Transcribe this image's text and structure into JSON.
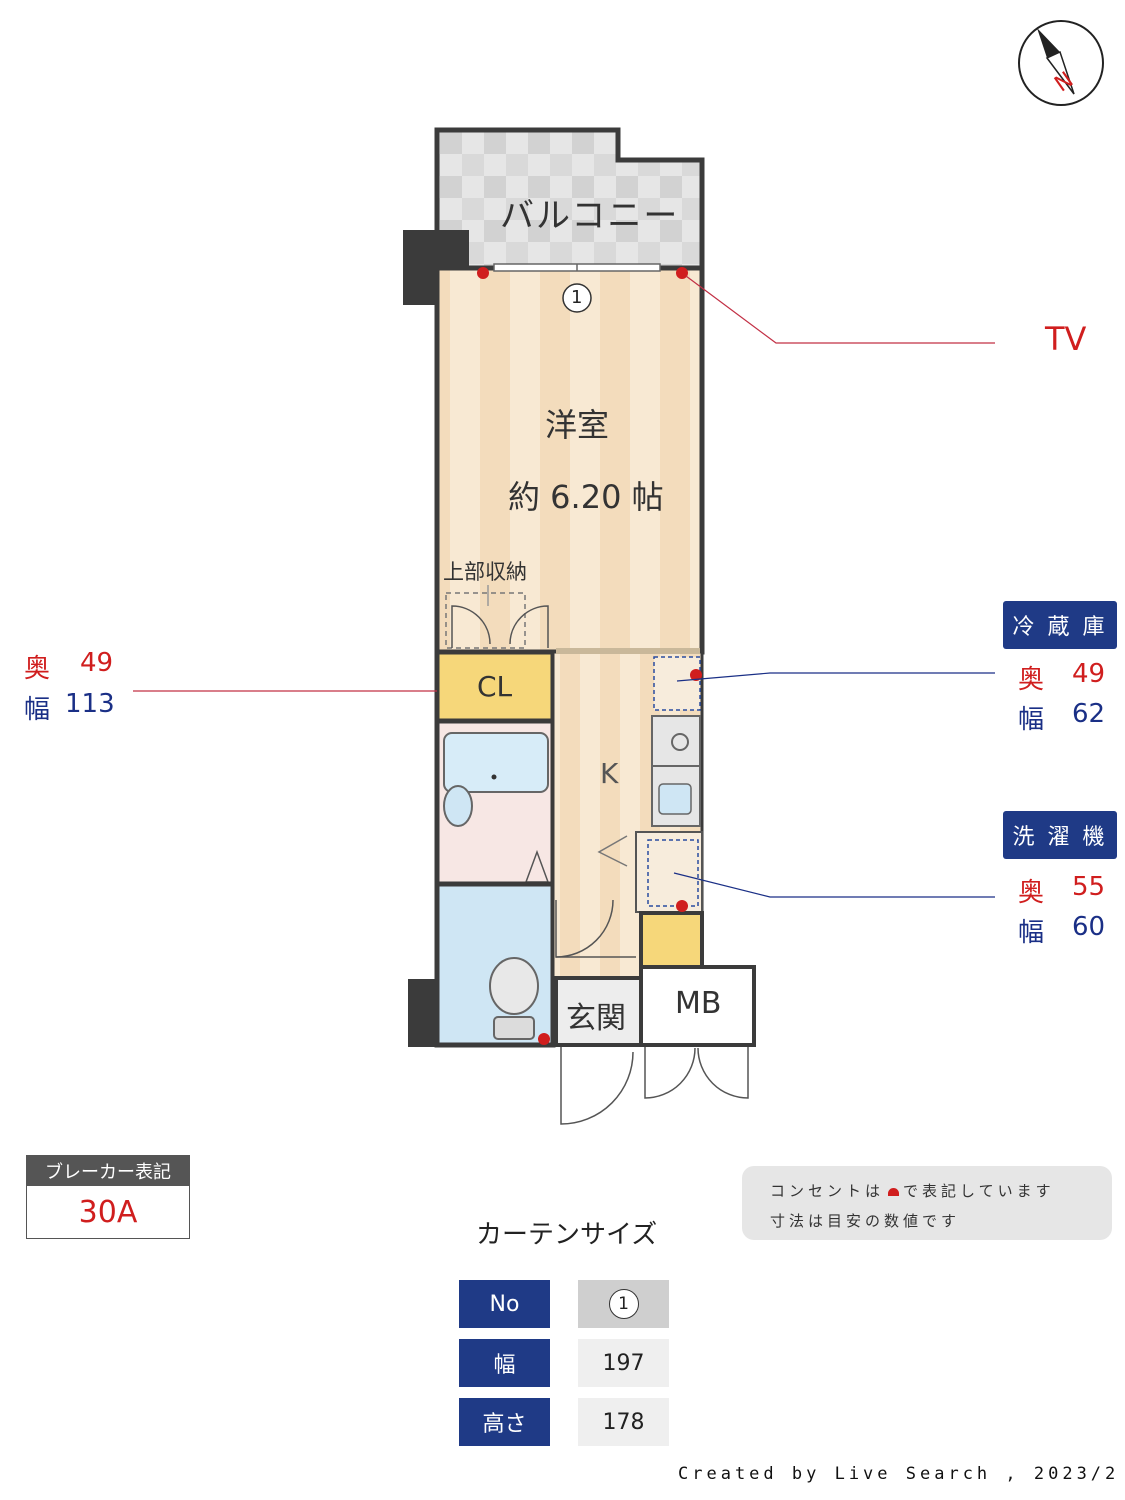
{
  "compass": {
    "label": "N",
    "icon": "compass-icon"
  },
  "rooms": {
    "balcony": "バルコニー",
    "western_room": "洋室",
    "western_room_size": "約 6.20 帖",
    "upper_storage": "上部収納",
    "closet": "CL",
    "kitchen": "K",
    "entrance": "玄関",
    "meter_box": "MB",
    "curtain_marker": "1"
  },
  "callouts": {
    "tv": "TV",
    "closet_depth_label": "奥",
    "closet_depth": "49",
    "closet_width_label": "幅",
    "closet_width": "113",
    "fridge_title": "冷 蔵 庫",
    "fridge_depth_label": "奥",
    "fridge_depth": "49",
    "fridge_width_label": "幅",
    "fridge_width": "62",
    "washer_title": "洗 濯 機",
    "washer_depth_label": "奥",
    "washer_depth": "55",
    "washer_width_label": "幅",
    "washer_width": "60"
  },
  "breaker": {
    "title": "ブレーカー表記",
    "value": "30A"
  },
  "note": {
    "line1_before": "コンセントは",
    "line1_after": "で表記しています",
    "line2": "寸法は目安の数値です"
  },
  "curtain": {
    "title": "カーテンサイズ",
    "rows": [
      {
        "head": "No",
        "value": "1"
      },
      {
        "head": "幅",
        "value": "197"
      },
      {
        "head": "高さ",
        "value": "178"
      }
    ]
  },
  "credit": "Created by Live Search , 2023/2",
  "colors": {
    "navy": "#1f3a86",
    "outlet_red": "#d01e1e",
    "wall": "#3b3b3b",
    "floor_wood": "#f5e2c6",
    "closet_yellow": "#f6d77a",
    "bath_blue": "#cfe6f4"
  }
}
